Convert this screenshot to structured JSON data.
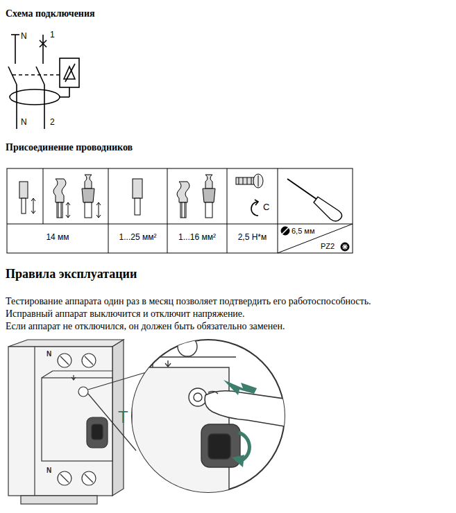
{
  "diagram": {
    "labels": [
      "Схема подключения",
      "N",
      "1",
      "N",
      "2",
      "Присоединение проводников",
      "14 мм",
      "1...25 мм²",
      "1...16 мм²",
      "2,5 Н*м",
      "C",
      "6,5 мм",
      "PZ2",
      "Правила эксплуатации",
      "Тестирование аппарата один раз в месяц позволяет подтвердить его работоспособность.",
      "Исправный аппарат выключится и отключит напряжение.",
      "Если аппарат не отключился, он должен быть обязательно заменен.",
      "N",
      "N",
      "T"
    ]
  }
}
